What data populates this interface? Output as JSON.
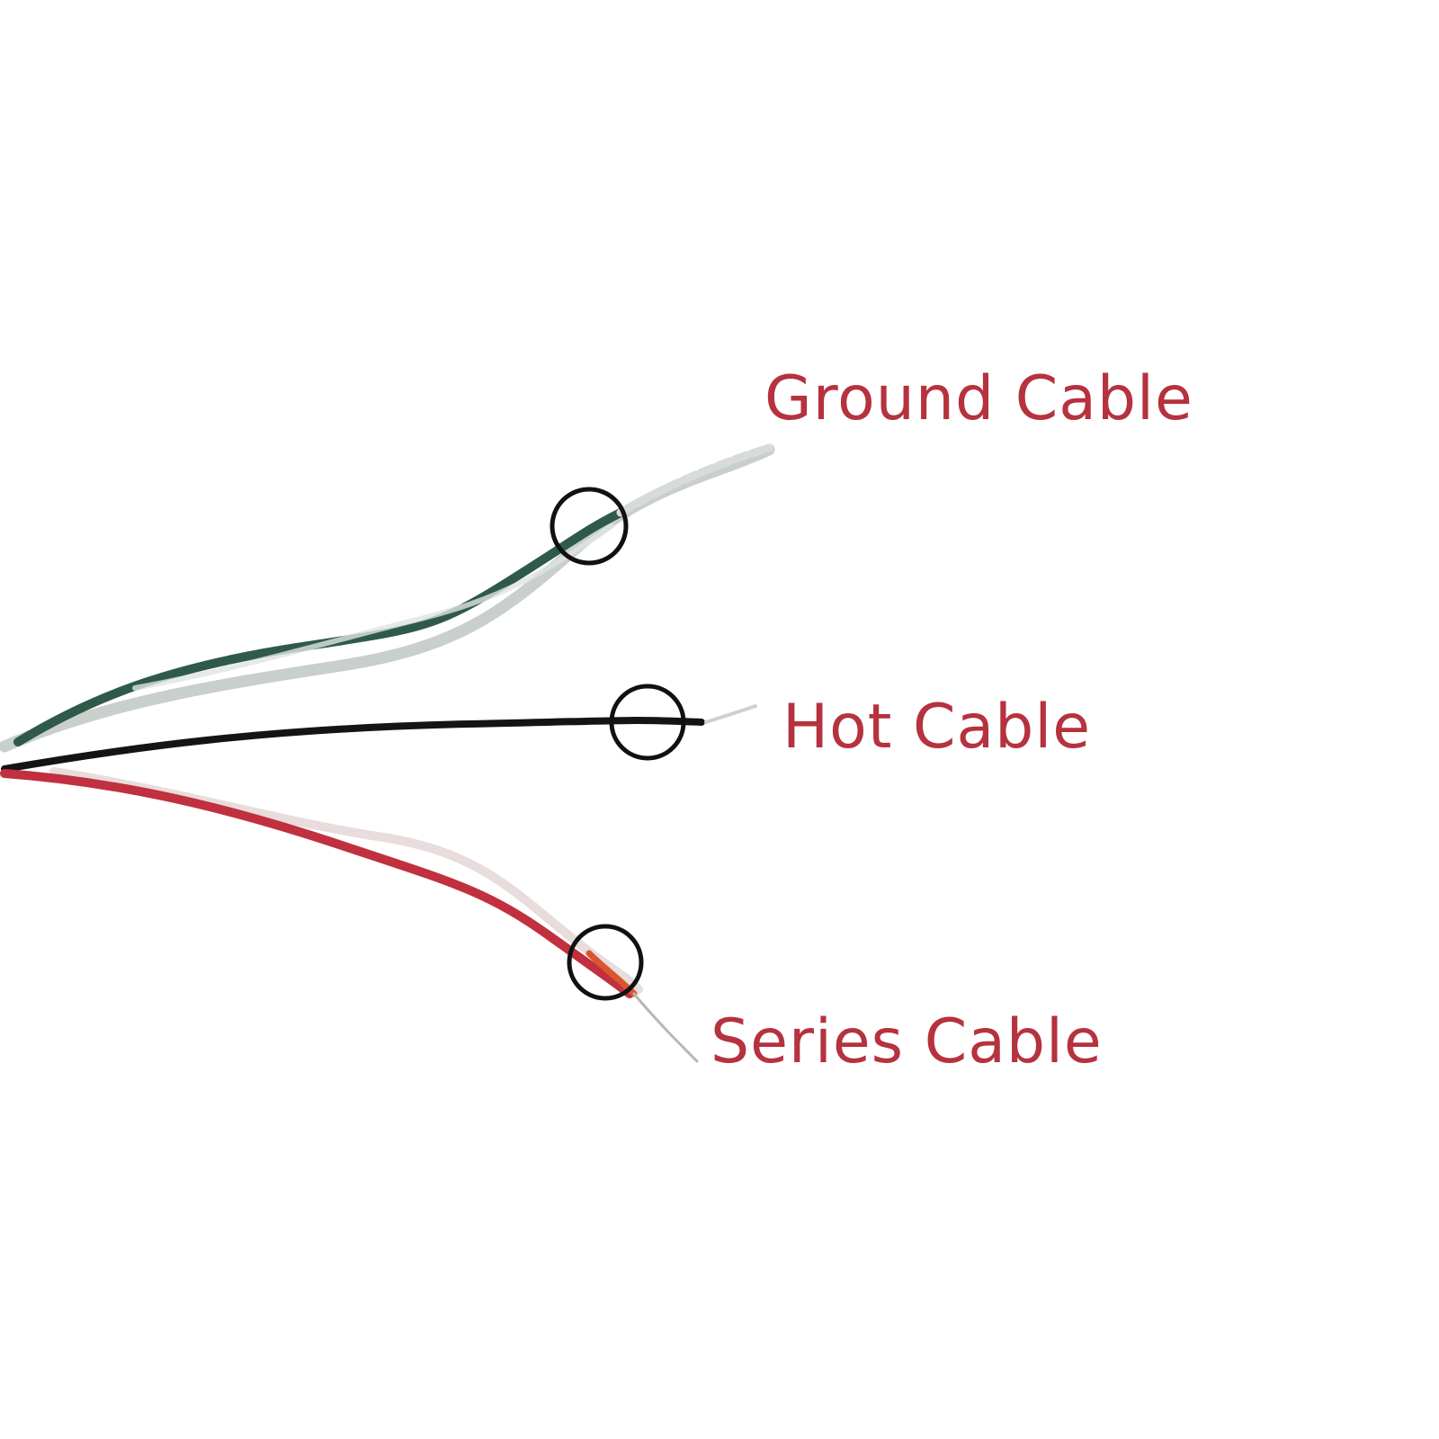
{
  "cables": [
    {
      "id": "ground",
      "label": "Ground Cable",
      "colors": [
        "#2f5a4a",
        "#c9cfcb"
      ]
    },
    {
      "id": "hot",
      "label": "Hot Cable",
      "colors": [
        "#141414"
      ]
    },
    {
      "id": "series",
      "label": "Series Cable",
      "colors": [
        "#c0303f",
        "#e8dcdc"
      ]
    }
  ],
  "label_color": "#b5323e",
  "marker_color": "#111111",
  "marker_icon": "circle-outline-icon"
}
